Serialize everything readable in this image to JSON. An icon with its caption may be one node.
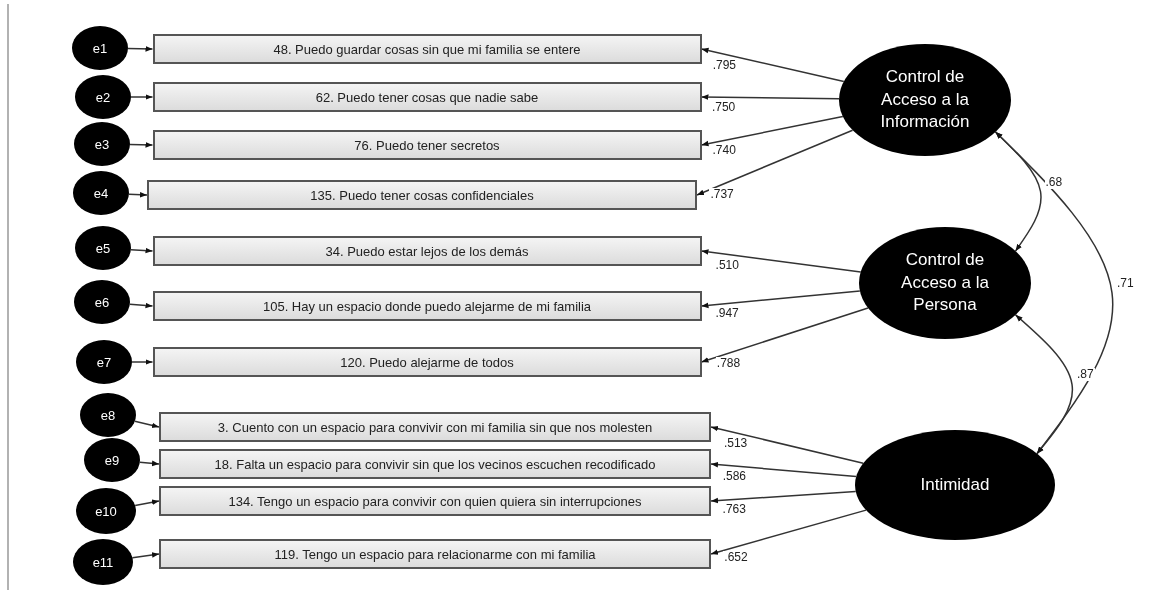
{
  "diagram": {
    "nodes": [
      {
        "text": [
          "e1"
        ]
      },
      {
        "text": [
          "e2"
        ]
      },
      {
        "text": [
          "e3"
        ]
      },
      {
        "text": [
          "e4"
        ]
      },
      {
        "text": [
          "e5"
        ]
      },
      {
        "text": [
          "e6"
        ]
      },
      {
        "text": [
          "e7"
        ]
      },
      {
        "text": [
          "e8"
        ]
      },
      {
        "text": [
          "e9"
        ]
      },
      {
        "text": [
          "e10"
        ]
      },
      {
        "text": [
          "e11"
        ]
      },
      {
        "text": [
          "48. Puedo guardar cosas sin que mi familia se entere"
        ]
      },
      {
        "text": [
          "62. Puedo tener cosas que nadie sabe"
        ]
      },
      {
        "text": [
          "76. Puedo tener secretos"
        ]
      },
      {
        "text": [
          "135. Puedo tener cosas confidenciales"
        ]
      },
      {
        "text": [
          "34. Puedo estar lejos de los demás"
        ]
      },
      {
        "text": [
          "105. Hay un espacio donde puedo alejarme de mi familia"
        ]
      },
      {
        "text": [
          "120. Puedo alejarme de todos"
        ]
      },
      {
        "text": [
          "3. Cuento con un espacio para convivir con mi familia sin que nos molesten"
        ]
      },
      {
        "text": [
          "18. Falta un espacio para convivir sin que los vecinos escuchen recodificado"
        ]
      },
      {
        "text": [
          "134. Tengo un espacio para convivir con quien quiera sin interrupciones"
        ]
      },
      {
        "text": [
          "119. Tengo un espacio para relacionarme con mi familia"
        ]
      },
      {
        "text": [
          "Control de Acceso a la Información"
        ]
      },
      {
        "text": [
          "Control de Acceso a la Persona"
        ]
      },
      {
        "text": [
          "Intimidad"
        ]
      }
    ],
    "edges": [
      {
        "from": 0,
        "to": 11,
        "arrow": "to"
      },
      {
        "from": 1,
        "to": 12,
        "arrow": "to"
      },
      {
        "from": 2,
        "to": 13,
        "arrow": "to"
      },
      {
        "from": 3,
        "to": 14,
        "arrow": "to"
      },
      {
        "from": 4,
        "to": 15,
        "arrow": "to"
      },
      {
        "from": 5,
        "to": 16,
        "arrow": "to"
      },
      {
        "from": 6,
        "to": 17,
        "arrow": "to"
      },
      {
        "from": 7,
        "to": 18,
        "arrow": "to"
      },
      {
        "from": 8,
        "to": 19,
        "arrow": "to"
      },
      {
        "from": 9,
        "to": 20,
        "arrow": "to"
      },
      {
        "from": 10,
        "to": 21,
        "arrow": "to"
      },
      {
        "from": 22,
        "to": 11,
        "arrow": "to",
        "label": ".795"
      },
      {
        "from": 22,
        "to": 12,
        "arrow": "to",
        "label": ".750"
      },
      {
        "from": 22,
        "to": 13,
        "arrow": "to",
        "label": ".740"
      },
      {
        "from": 22,
        "to": 14,
        "arrow": "to",
        "label": ".737"
      },
      {
        "from": 23,
        "to": 15,
        "arrow": "to",
        "label": ".510"
      },
      {
        "from": 23,
        "to": 16,
        "arrow": "to",
        "label": ".947"
      },
      {
        "from": 23,
        "to": 17,
        "arrow": "to",
        "label": ".788"
      },
      {
        "from": 24,
        "to": 18,
        "arrow": "to",
        "label": ".513"
      },
      {
        "from": 24,
        "to": 19,
        "arrow": "to",
        "label": ".586"
      },
      {
        "from": 24,
        "to": 20,
        "arrow": "to",
        "label": ".763"
      },
      {
        "from": 24,
        "to": 21,
        "arrow": "to",
        "label": ".652"
      },
      {
        "from": 22,
        "to": 23,
        "arrow": "both",
        "label": ".68"
      },
      {
        "from": 23,
        "to": 24,
        "arrow": "both",
        "label": ".87"
      },
      {
        "from": 22,
        "to": 24,
        "arrow": "both",
        "label": ".71"
      }
    ]
  }
}
